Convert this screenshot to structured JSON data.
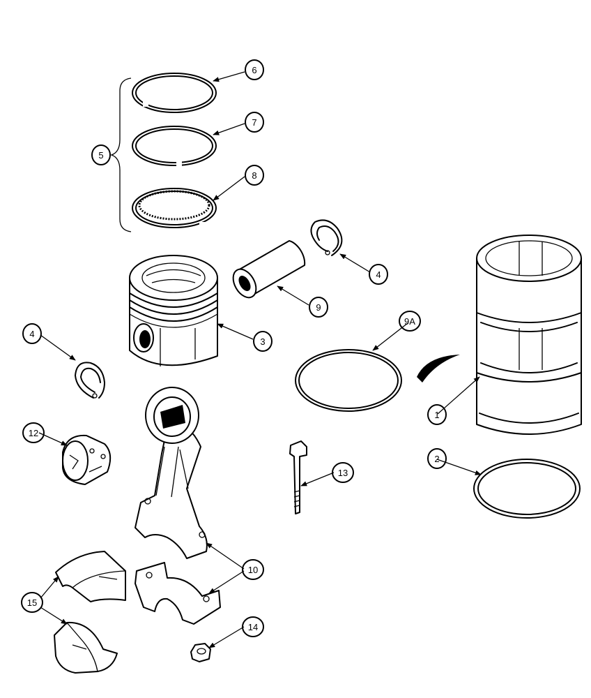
{
  "callouts": {
    "c1": "1",
    "c2": "2",
    "c3": "3",
    "c4a": "4",
    "c4b": "4",
    "c5": "5",
    "c6": "6",
    "c7": "7",
    "c8": "8",
    "c9": "9",
    "c9a": "9A",
    "c10": "10",
    "c12": "12",
    "c13": "13",
    "c14": "14",
    "c15": "15"
  },
  "parts": [
    {
      "part": "cylinder-sleeve",
      "icon": "cylinder-sleeve-icon"
    },
    {
      "part": "sleeve-o-ring",
      "icon": "o-ring-icon"
    },
    {
      "part": "piston",
      "icon": "piston-icon"
    },
    {
      "part": "snap-ring",
      "icon": "snap-ring-icon"
    },
    {
      "part": "piston-ring-set",
      "icon": "piston-ring-icon"
    },
    {
      "part": "piston-pin",
      "icon": "piston-pin-icon"
    },
    {
      "part": "connecting-rod",
      "icon": "connecting-rod-icon"
    },
    {
      "part": "bushing",
      "icon": "bushing-icon"
    },
    {
      "part": "rod-bolt",
      "icon": "bolt-icon"
    },
    {
      "part": "nut",
      "icon": "nut-icon"
    },
    {
      "part": "bearing-shells",
      "icon": "bearing-shell-icon"
    }
  ]
}
